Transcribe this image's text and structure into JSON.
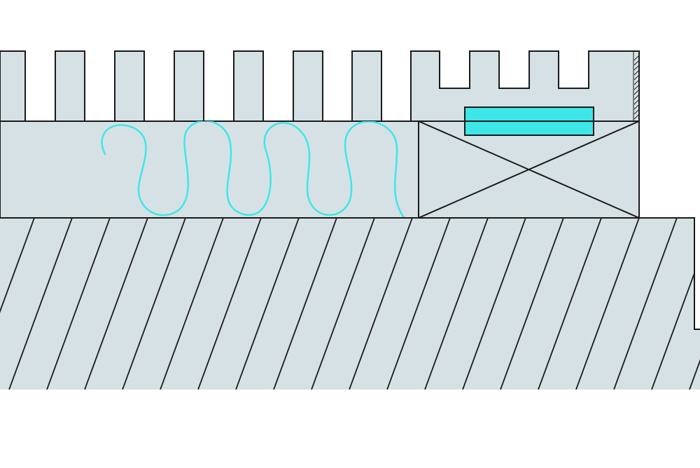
{
  "colors": {
    "background": "#ffffff",
    "fill": "#d6e1e5",
    "stroke": "#1a1a1a",
    "accent": "#3ee6e8",
    "accent_stroke": "#1fb6bd"
  },
  "parts": {
    "heat_sink": {
      "icon": "heat-sink-fins",
      "fin_count": 11
    },
    "spreader_layer": {
      "icon": "heat-spreader-with-wavy-lines"
    },
    "cross_block": {
      "icon": "x-crossed-block"
    },
    "accent_bar": {
      "icon": "cyan-bar"
    },
    "base": {
      "icon": "diagonal-hatched-base"
    }
  }
}
